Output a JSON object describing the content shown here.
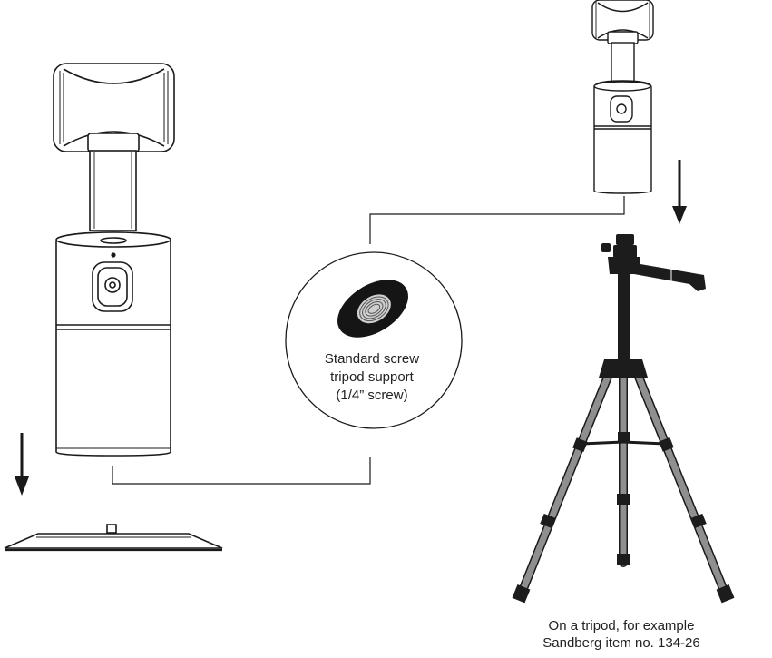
{
  "detail_callout": {
    "lines": [
      "Standard screw",
      "tripod support",
      "(1/4” screw)"
    ]
  },
  "tripod_callout": {
    "lines": [
      "On a tripod, for example",
      "Sandberg item no. 134-26"
    ]
  },
  "icons": {
    "arrow_left": "down-arrow-icon",
    "arrow_right": "down-arrow-icon"
  },
  "colors": {
    "line": "#1a1a1a",
    "tripod_dark": "#1c1c1c",
    "tripod_leg": "#8f8f8f",
    "screw_insert": "#151515"
  }
}
